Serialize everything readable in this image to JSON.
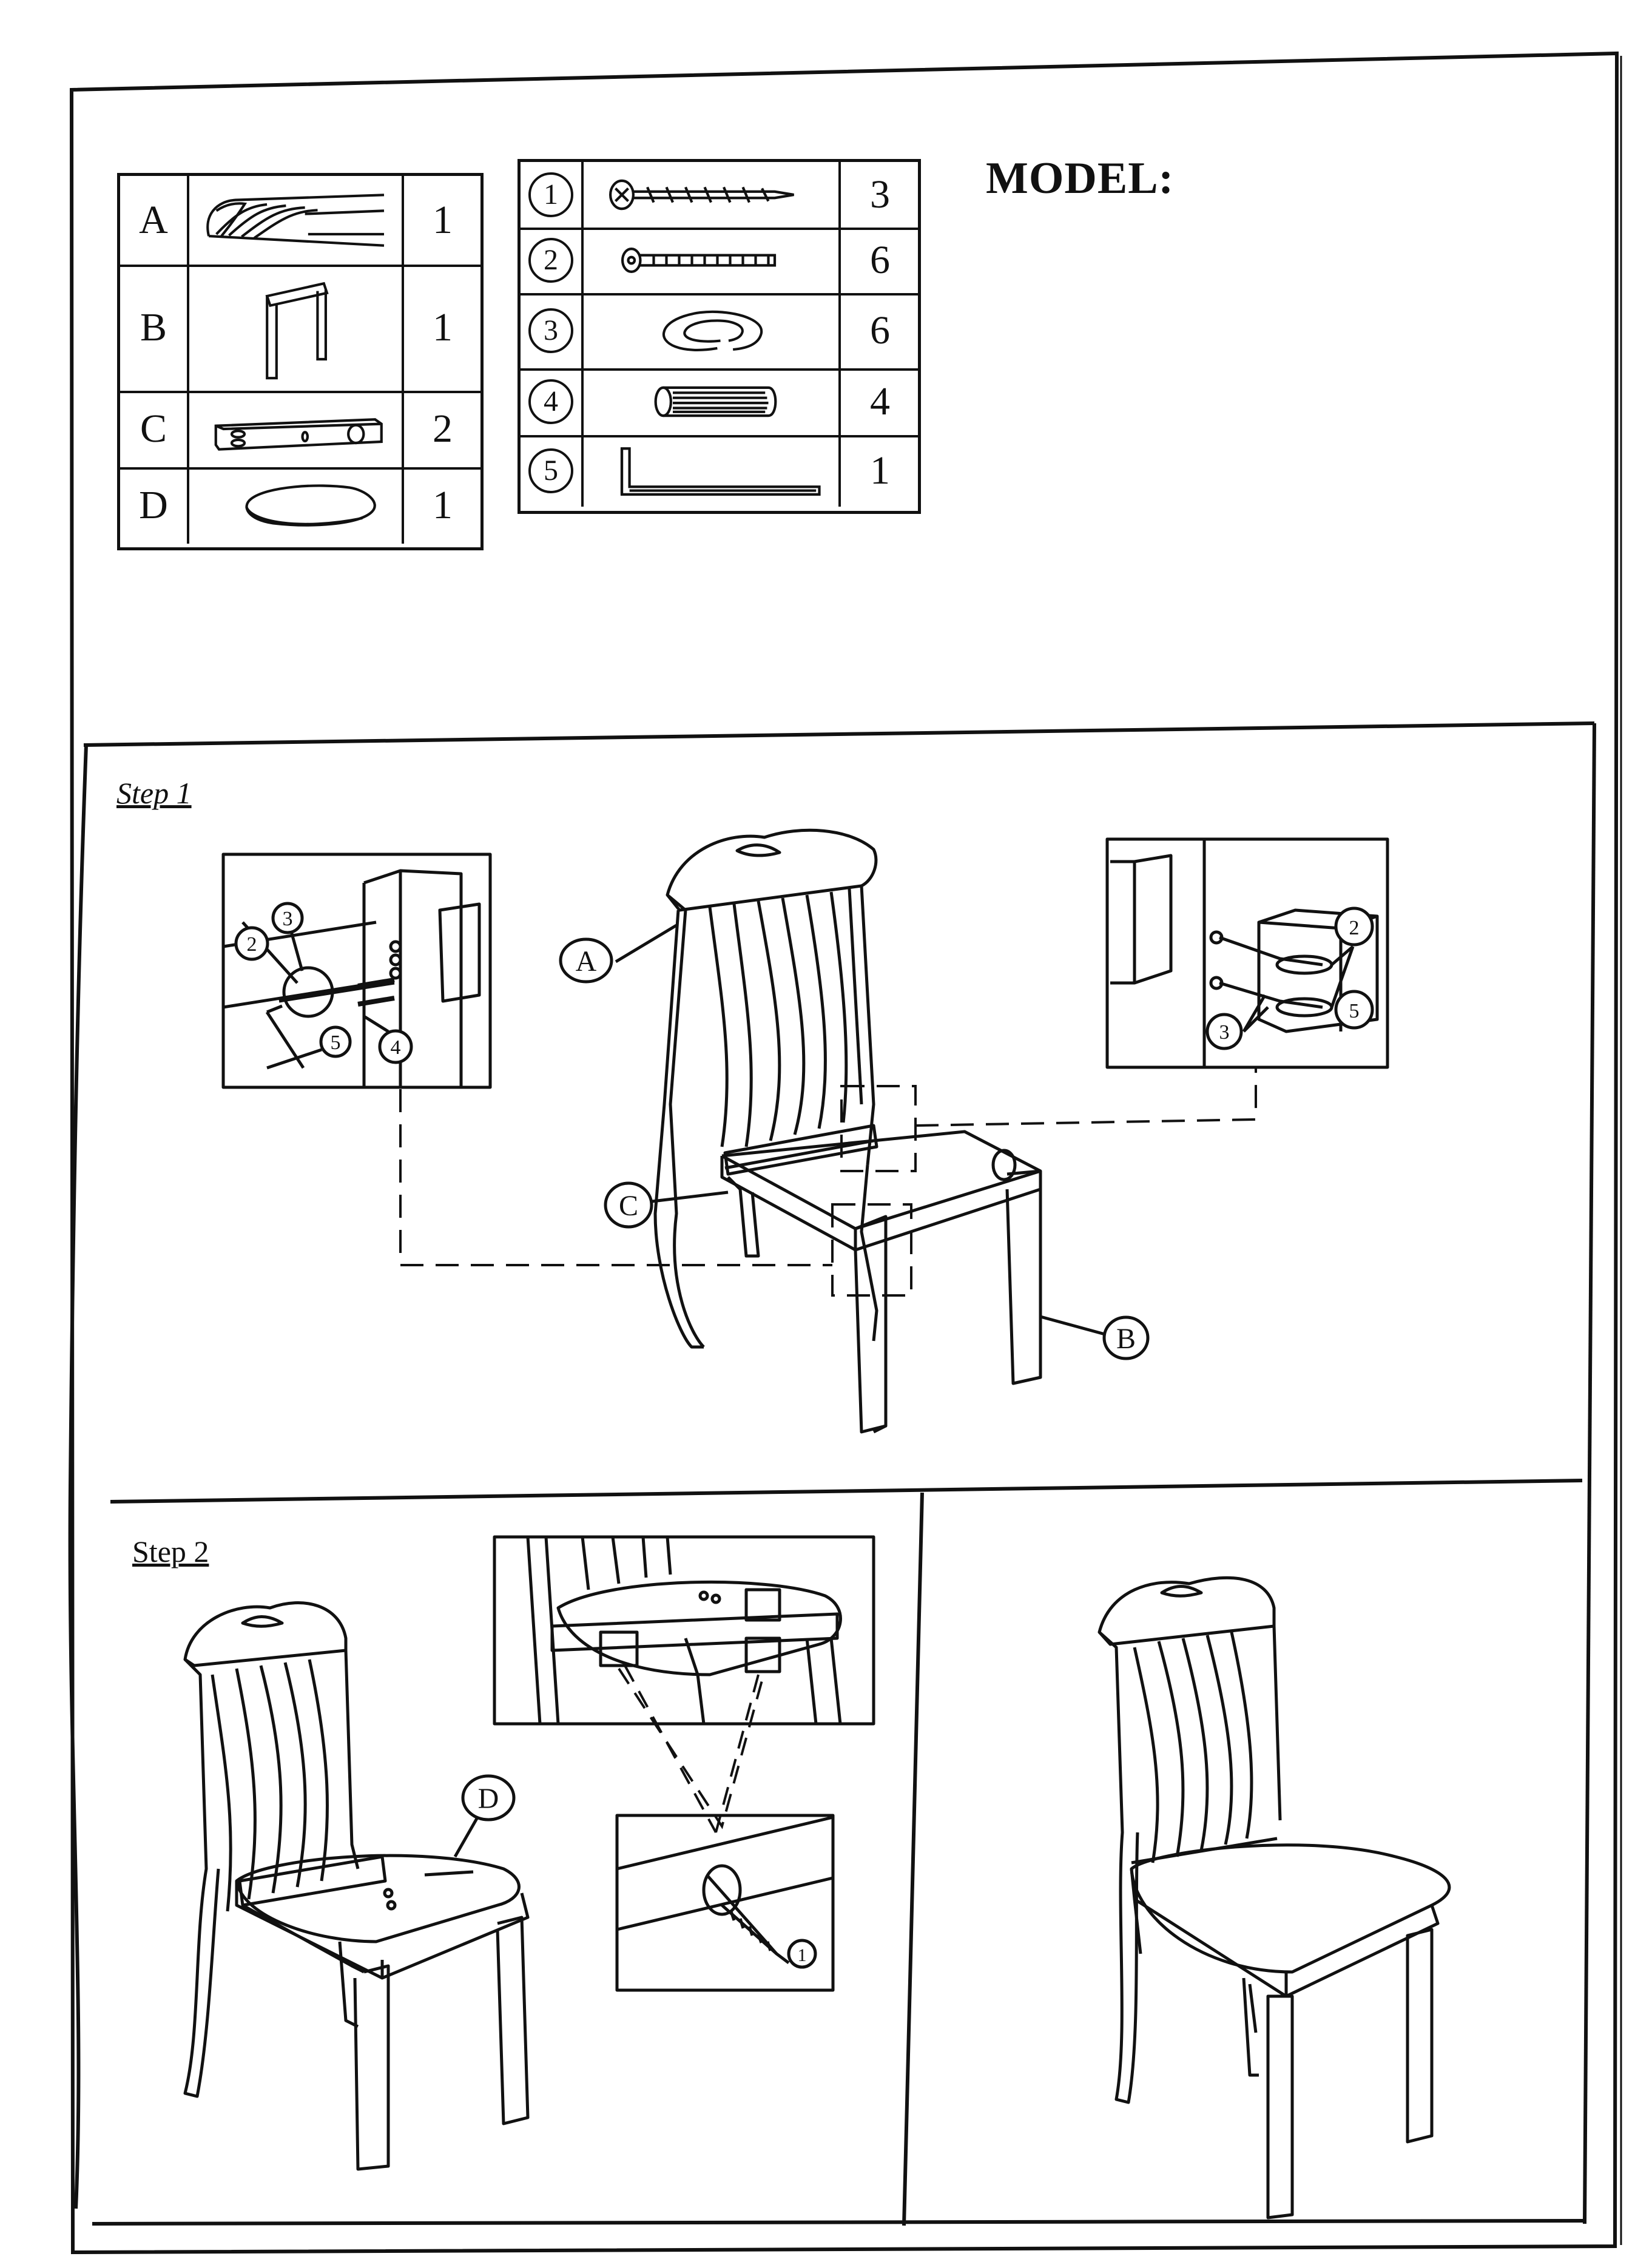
{
  "header": {
    "model_label": "MODEL:"
  },
  "parts_table": [
    {
      "letter": "A",
      "icon": "chair-back-icon",
      "qty": "1"
    },
    {
      "letter": "B",
      "icon": "front-legs-icon",
      "qty": "1"
    },
    {
      "letter": "C",
      "icon": "side-rail-icon",
      "qty": "2"
    },
    {
      "letter": "D",
      "icon": "seat-cushion-icon",
      "qty": "1"
    }
  ],
  "hardware_table": [
    {
      "number": "1",
      "icon": "wood-screw-icon",
      "qty": "3"
    },
    {
      "number": "2",
      "icon": "bolt-icon",
      "qty": "6"
    },
    {
      "number": "3",
      "icon": "lock-washer-icon",
      "qty": "6"
    },
    {
      "number": "4",
      "icon": "wooden-dowel-icon",
      "qty": "4"
    },
    {
      "number": "5",
      "icon": "allen-key-icon",
      "qty": "1"
    }
  ],
  "step1": {
    "label": "Step 1",
    "callouts": {
      "back": "A",
      "rail": "C",
      "legs": "B"
    },
    "left_detail": {
      "bolt": "2",
      "washer": "3",
      "dowel": "4",
      "key": "5"
    },
    "right_detail": {
      "bolt": "2",
      "washer": "3",
      "key": "5"
    }
  },
  "step2": {
    "label": "Step 2",
    "callouts": {
      "seat": "D",
      "screw": "1"
    }
  }
}
